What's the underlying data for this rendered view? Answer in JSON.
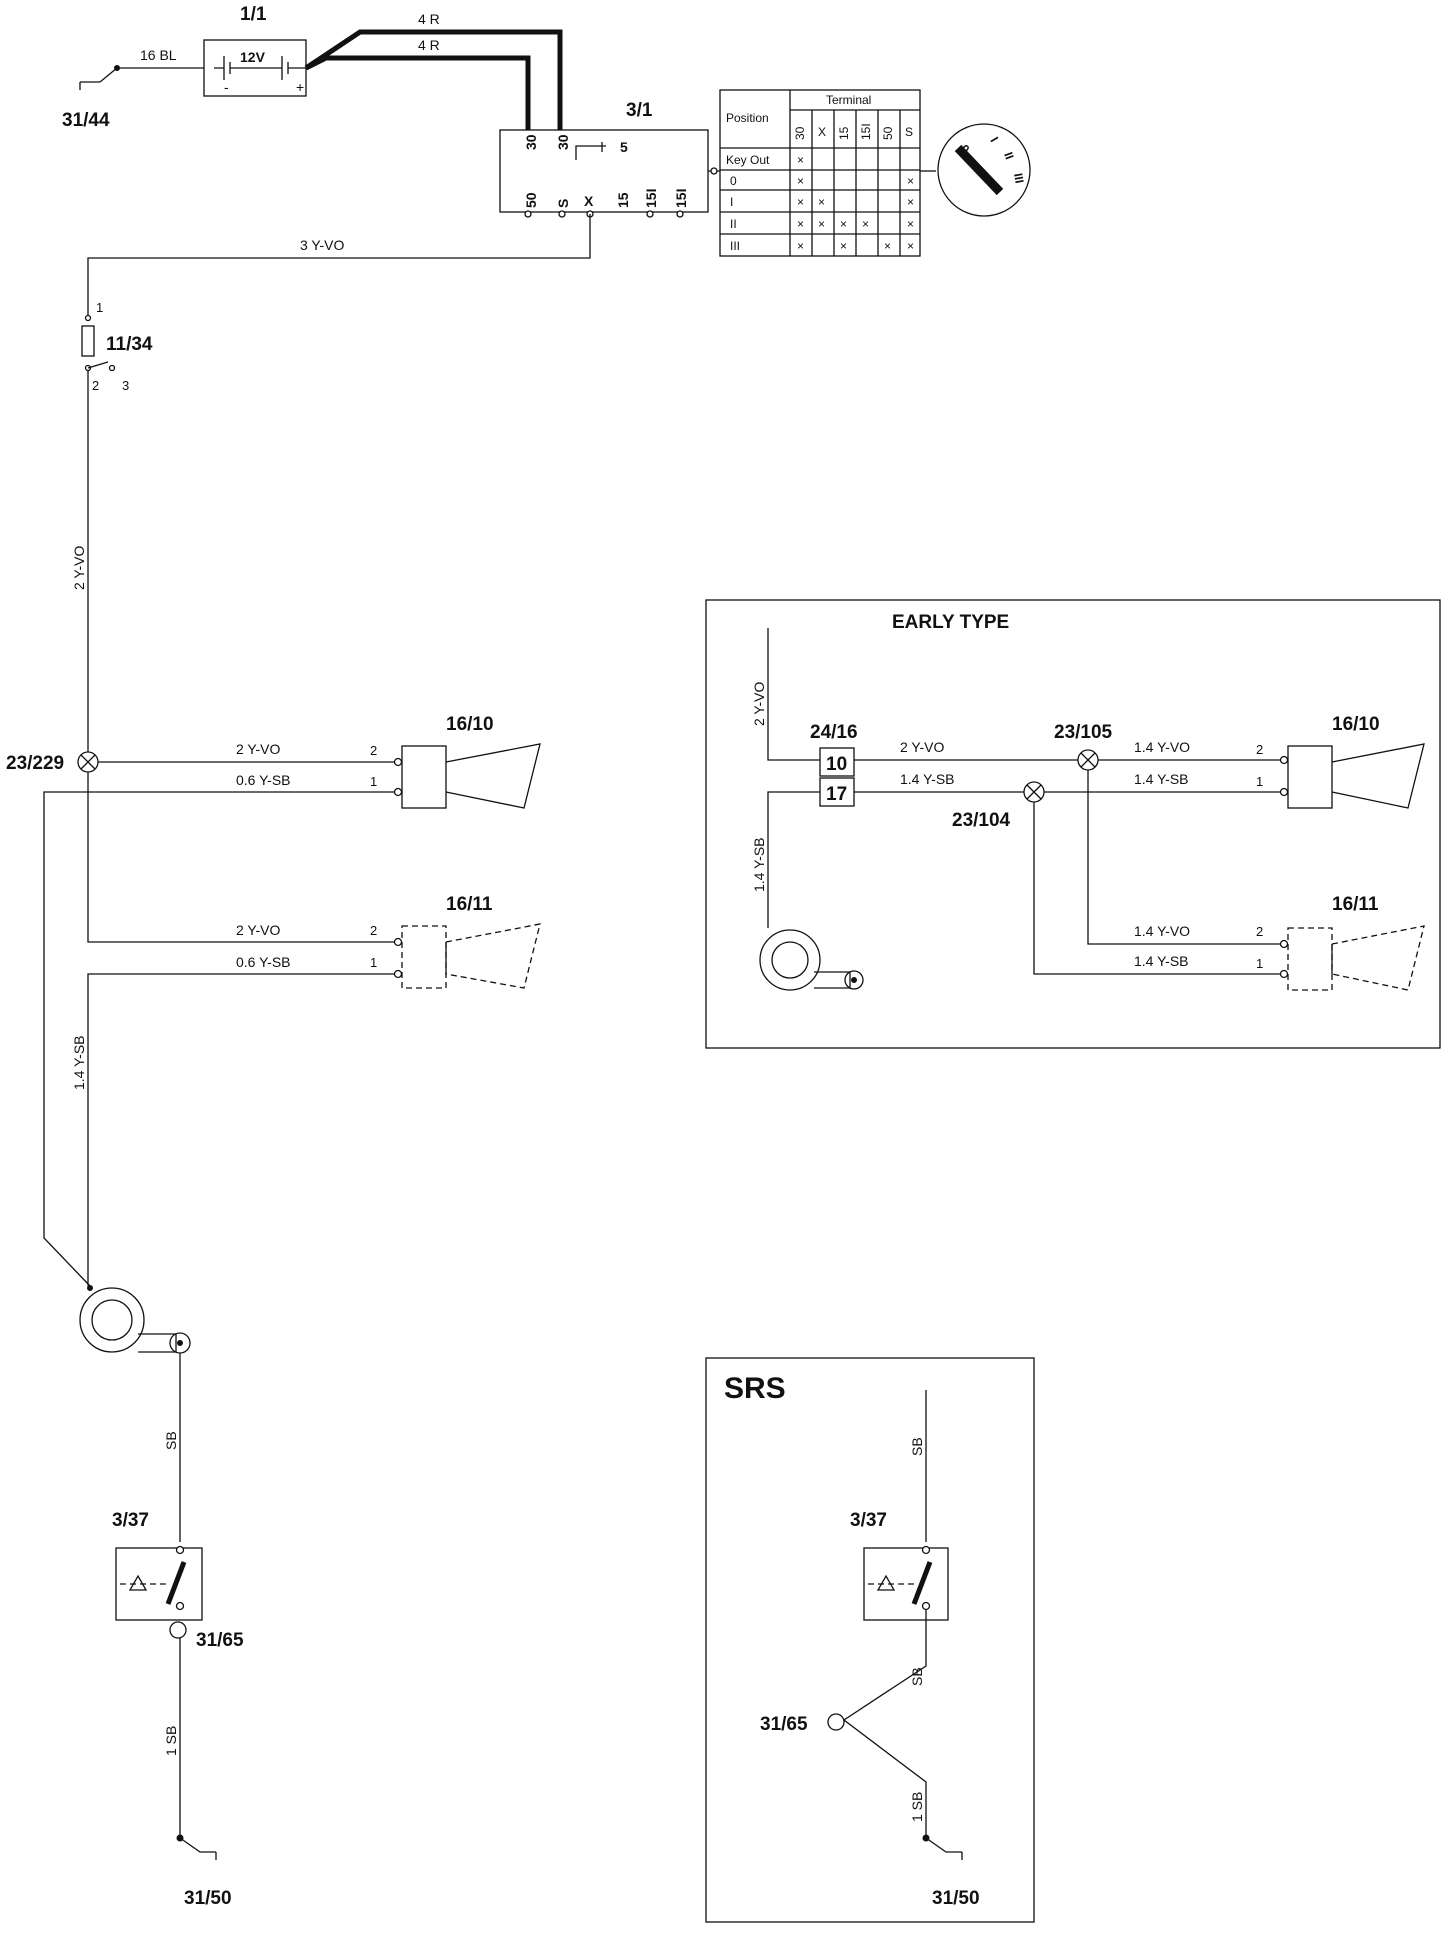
{
  "components": {
    "battery": "1/1",
    "battery_voltage": "12V",
    "battery_minus": "-",
    "battery_plus": "+",
    "ground_top": "31/44",
    "ignition_switch": "3/1",
    "fuse": "11/34",
    "splice_main": "23/229",
    "horn_high": "16/10",
    "horn_low": "16/11",
    "horn_switch": "3/37",
    "ground_switch": "31/65",
    "ground_bottom": "31/50"
  },
  "wires": {
    "battery_ground": "16 BL",
    "battery_feed_1": "4 R",
    "battery_feed_2": "4 R",
    "switch_out": "3 Y-VO",
    "fuse_out": "2 Y-VO",
    "horn1_feed": "2 Y-VO",
    "horn1_ctrl": "0.6 Y-SB",
    "horn2_feed": "2 Y-VO",
    "horn2_ctrl": "0.6 Y-SB",
    "steering_ctrl": "1.4  Y-SB",
    "switch_feed": "SB",
    "ground_wire": "1 SB"
  },
  "pins": {
    "fuse_in": "1",
    "fuse_out": "2",
    "fuse_alt": "3",
    "horn_pos": "2",
    "horn_neg": "1"
  },
  "ignition_terminals": [
    "30",
    "30",
    "50",
    "S",
    "X",
    "15",
    "15I",
    "15I",
    "5"
  ],
  "ignition_table": {
    "position_header": "Position",
    "terminal_header": "Terminal",
    "terminals": [
      "30",
      "X",
      "15",
      "15I",
      "50",
      "S"
    ],
    "positions": [
      "Key Out",
      "0",
      "I",
      "II",
      "III"
    ]
  },
  "early_type": {
    "title": "EARLY TYPE",
    "connector": "24/16",
    "connector_pin_a": "10",
    "connector_pin_b": "17",
    "splice_feed": "23/105",
    "splice_ctrl": "23/104",
    "horn_high": "16/10",
    "horn_low": "16/11",
    "wire_in": "2  Y-VO",
    "wire_feed": "2   Y-VO",
    "wire_ctrl": "1.4  Y-SB",
    "wire_horn1_feed": "1.4   Y-VO",
    "wire_horn1_ctrl": "1.4   Y-SB",
    "wire_horn2_feed": "1.4   Y-VO",
    "wire_horn2_ctrl": "1.4   Y-SB",
    "wire_steering": "1.4   Y-SB",
    "pin_pos": "2",
    "pin_neg": "1"
  },
  "srs": {
    "title": "SRS",
    "switch": "3/37",
    "ground_switch": "31/65",
    "ground_bottom": "31/50",
    "wire_top": "SB",
    "wire_mid": "SB",
    "wire_bottom": "1 SB"
  }
}
